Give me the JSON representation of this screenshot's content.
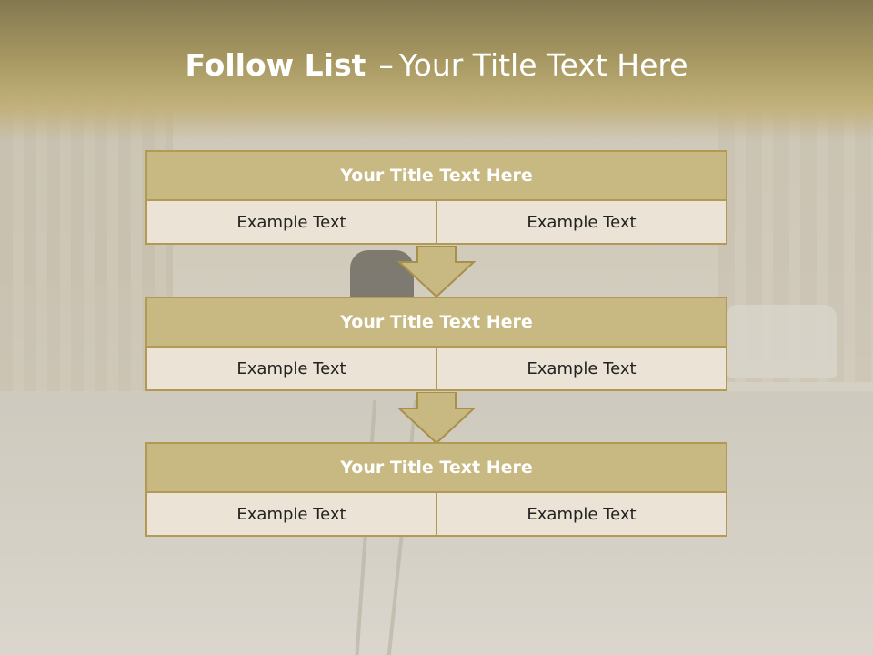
{
  "slide": {
    "title_bold": "Follow List",
    "title_sep": "–",
    "title_rest": "Your Title Text Here"
  },
  "blocks": [
    {
      "title": "Your Title Text Here",
      "left": "Example Text",
      "right": "Example Text"
    },
    {
      "title": "Your Title Text Here",
      "left": "Example Text",
      "right": "Example Text"
    },
    {
      "title": "Your Title Text Here",
      "left": "Example Text",
      "right": "Example Text"
    }
  ],
  "colors": {
    "accent": "#c8b882",
    "border": "#b29a55",
    "cell_fill": "#ebe3d5",
    "header_dark": "#847850"
  }
}
